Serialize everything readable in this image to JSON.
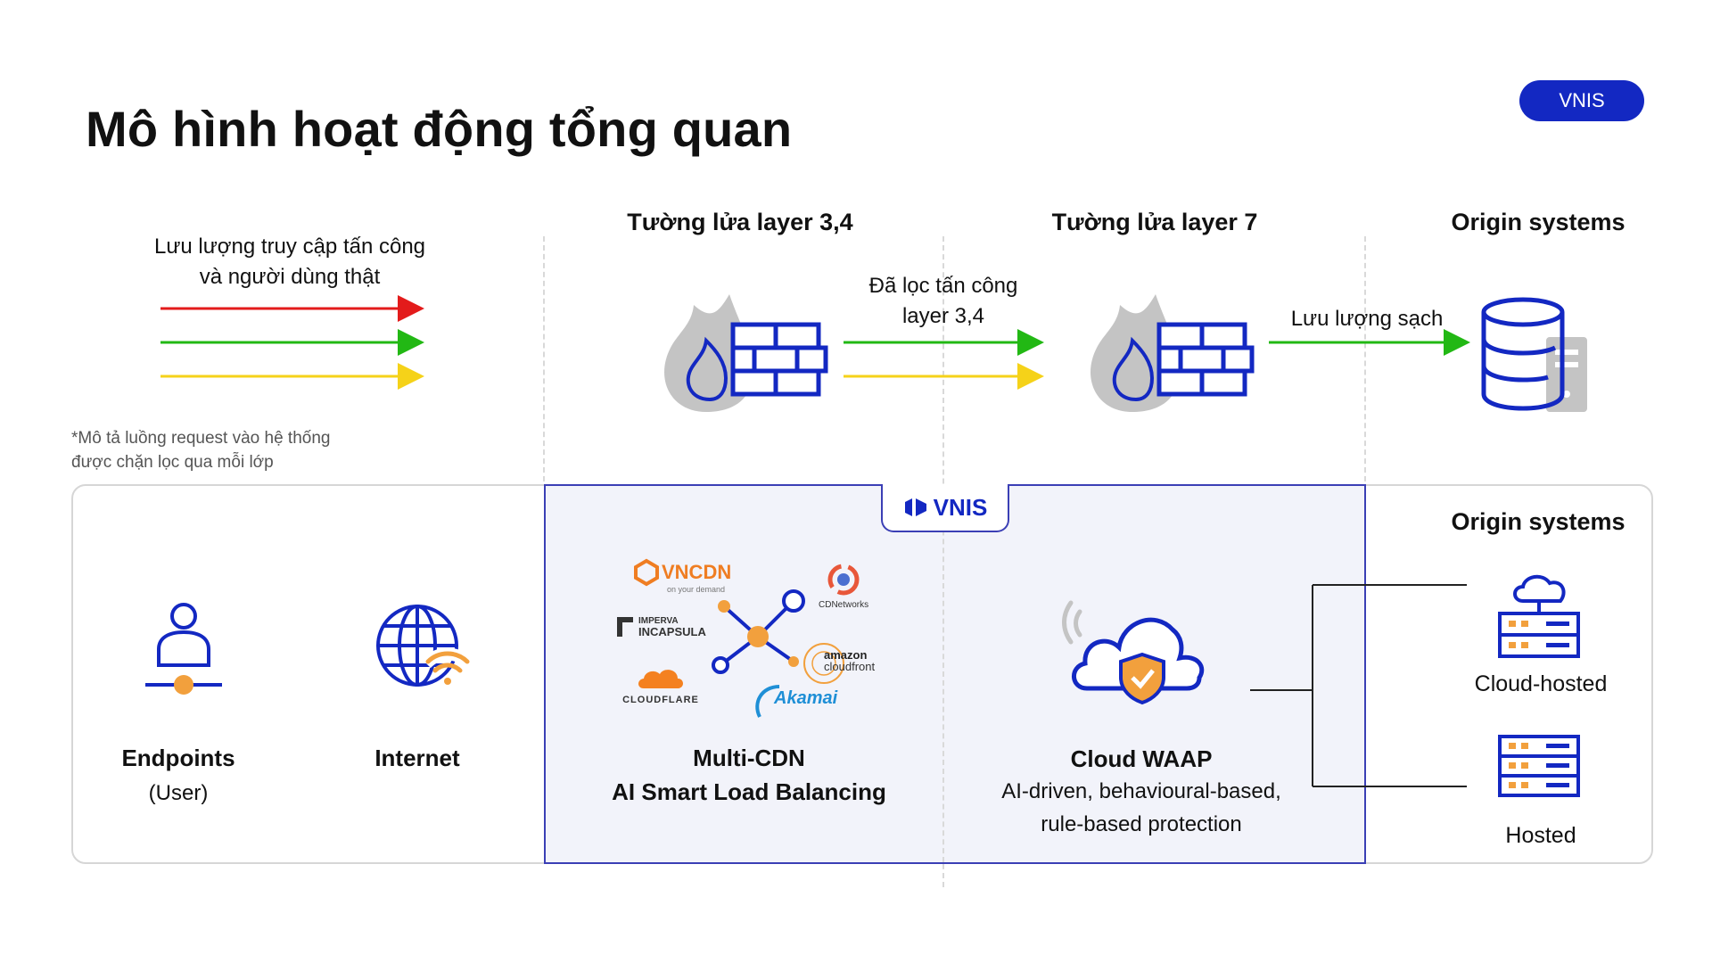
{
  "title": "Mô hình hoạt động tổng quan",
  "badge": "VNIS",
  "top_row": {
    "traffic_label_line1": "Lưu lượng truy cập tấn công",
    "traffic_label_line2": "và người dùng thật",
    "firewall_l34": "Tường lửa layer 3,4",
    "filtered_line1": "Đã lọc tấn công",
    "filtered_line2": "layer 3,4",
    "firewall_l7": "Tường lửa layer 7",
    "clean_traffic": "Lưu lượng sạch",
    "origin": "Origin systems",
    "note_line1": "*Mô tả luồng request vào hệ thống",
    "note_line2": "được chặn lọc qua mỗi lớp"
  },
  "bottom_row": {
    "vnis_tab": "VNIS",
    "endpoints": "Endpoints",
    "endpoints_sub": "(User)",
    "internet": "Internet",
    "multicdn_line1": "Multi-CDN",
    "multicdn_line2": "AI Smart Load Balancing",
    "waap_title": "Cloud WAAP",
    "waap_line1": "AI-driven, behavioural-based,",
    "waap_line2": "rule-based protection",
    "origin": "Origin systems",
    "cloud_hosted": "Cloud-hosted",
    "hosted": "Hosted"
  },
  "cdn_logos": {
    "vncdn": "VNCDN",
    "vncdn_sub": "on your demand",
    "cdnetworks": "CDNetworks",
    "imperva_1": "IMPERVA",
    "imperva_2": "INCAPSULA",
    "amazon_1": "amazon",
    "amazon_2": "cloudfront",
    "cloudflare": "CLOUDFLARE",
    "akamai": "Akamai"
  },
  "colors": {
    "brand_blue": "#1328c2",
    "attack_red": "#e31b1b",
    "clean_green": "#22b814",
    "user_yellow": "#f5d219",
    "accent_orange": "#f2a03d",
    "icon_gray": "#c4c4c4"
  }
}
